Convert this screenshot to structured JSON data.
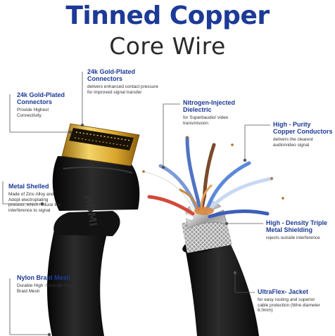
{
  "header": {
    "title": "Tinned Copper",
    "subtitle": "Core Wire"
  },
  "callouts": {
    "gold_connectors_top": {
      "heading": "24k Gold-Plated Connectors",
      "desc": "delivers enhanced contact pressure for improved signal transfer"
    },
    "gold_connectors_left": {
      "heading": "24k Gold-Plated Connectors",
      "desc": "Provide Highest Connectivity"
    },
    "dielectric": {
      "heading": "Nitrogen-Injected Dielectric",
      "desc": "for Superbaudio/ video transmission"
    },
    "conductors": {
      "heading": "High - Purity Copper Conductors",
      "desc": "delivers the clearest audio/video signal"
    },
    "metal_shelled": {
      "heading": "Metal Shelled",
      "desc": "Made of Zinc Alloy and Adopt electroplating process, which reduce the interference to signal"
    },
    "shielding": {
      "heading": "High - Density Triple Metal Shielding",
      "desc": "rejects outside interference"
    },
    "braid_mesh": {
      "heading": "Nylon Braid Mesh",
      "desc": "Durable High -Strength Nylon Braid Mesh"
    },
    "jacket": {
      "heading": "UltraFlex- Jacket",
      "desc": "for easy routing and superior cable protection (Wire diameter 8.0mm)"
    }
  },
  "colors": {
    "accent": "#1c3a96",
    "connector_gold": "#e0b43a",
    "cable_black": "#161616"
  },
  "icons": {
    "hdmi_logo": "HDMI"
  }
}
